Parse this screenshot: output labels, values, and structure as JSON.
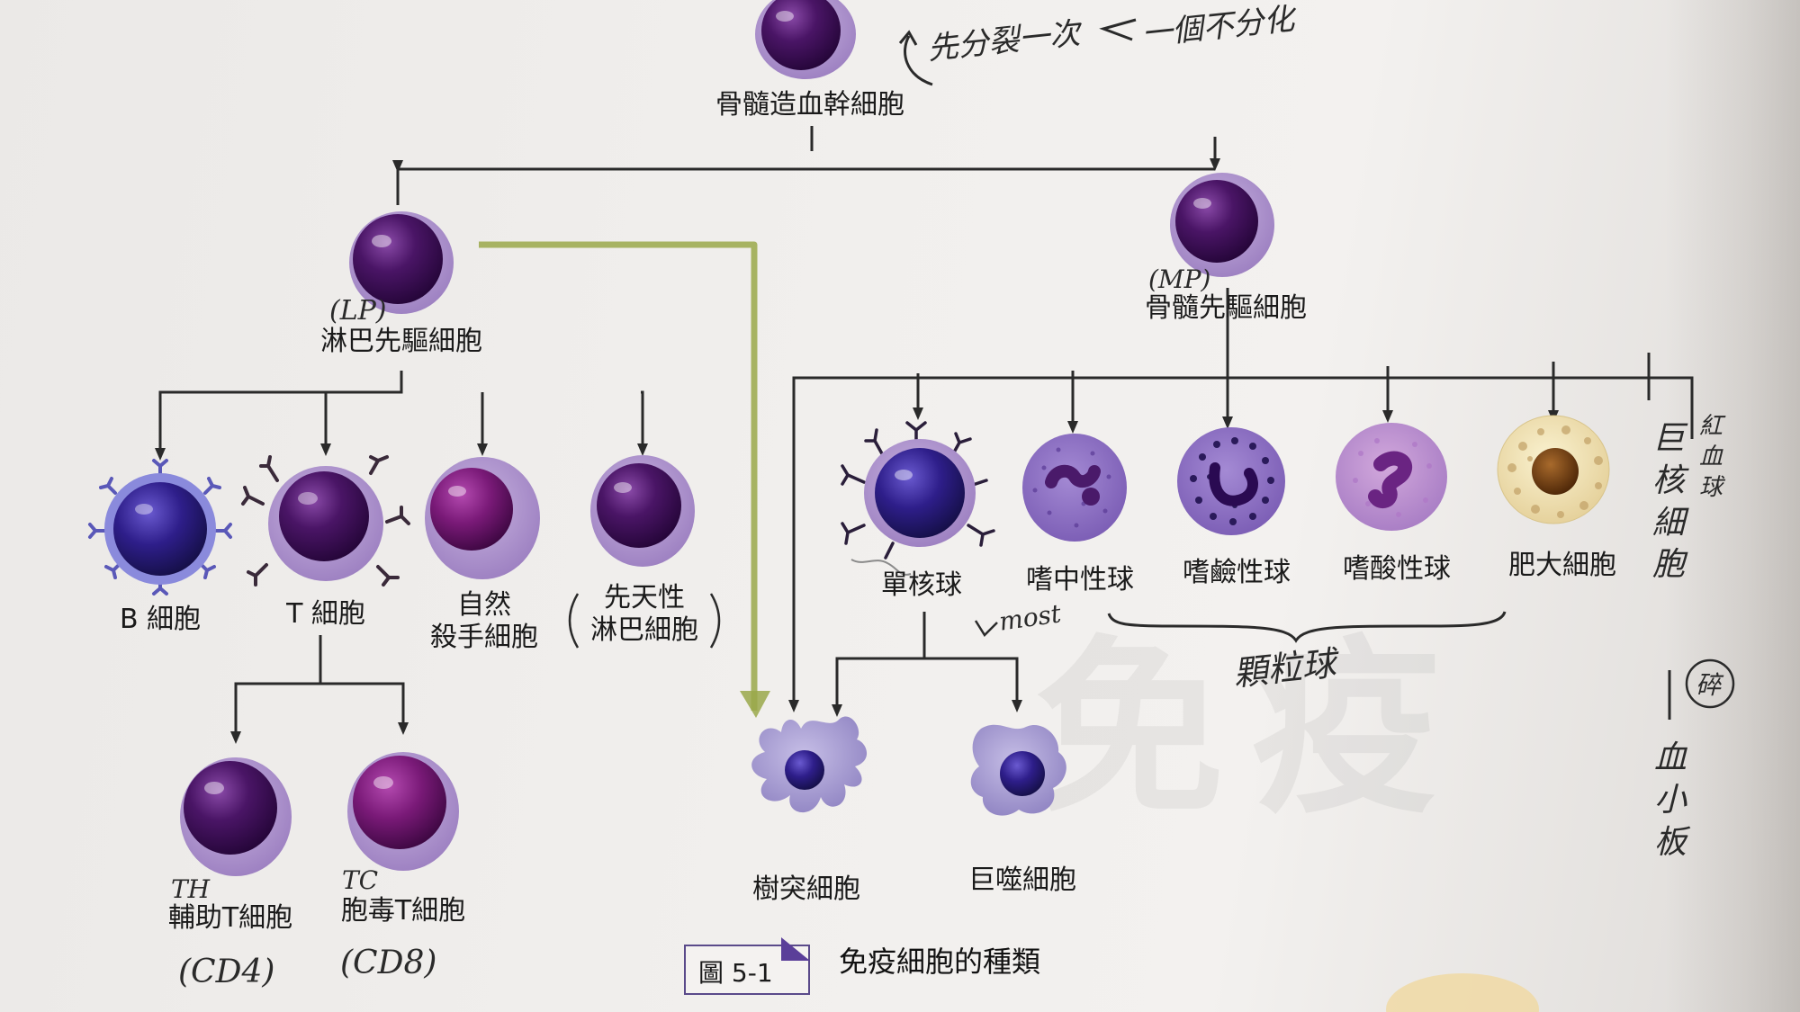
{
  "figure": {
    "number": "圖 5-1",
    "title": "免疫細胞的種類"
  },
  "cells": {
    "hsc": "骨髓造血幹細胞",
    "lymphoid_progenitor": "淋巴先驅細胞",
    "myeloid_progenitor": "骨髓先驅細胞",
    "b_cell": "B 細胞",
    "t_cell": "T 細胞",
    "nk_line1": "自然",
    "nk_line2": "殺手細胞",
    "ilc_line1": "先天性",
    "ilc_line2": "淋巴細胞",
    "helper_t": "輔助T細胞",
    "cytotoxic_t": "胞毒T細胞",
    "monocyte": "單核球",
    "neutrophil": "嗜中性球",
    "basophil": "嗜鹼性球",
    "eosinophil": "嗜酸性球",
    "mast_cell": "肥大細胞",
    "dendritic_cell": "樹突細胞",
    "macrophage": "巨噬細胞"
  },
  "handwritten": {
    "top_note_1": "先分裂一次",
    "top_note_2": "一個不分化",
    "lp": "(LP)",
    "mp": "(MP)",
    "th": "TH",
    "tc": "TC",
    "cd4": "(CD4)",
    "cd8": "(CD8)",
    "most": "most",
    "granulocyte": "顆粒球",
    "megakaryocyte": "巨核細胞",
    "rbc": "紅血球",
    "circled": "碎",
    "platelet": "血小板"
  },
  "colors": {
    "line": "#2a2a2a",
    "highlighter": "#9aa84a",
    "cell_dark": "#3a0f52",
    "cell_mid": "#6a2a8a",
    "cell_rim": "#a184c4",
    "accent": "#5b3f99"
  }
}
